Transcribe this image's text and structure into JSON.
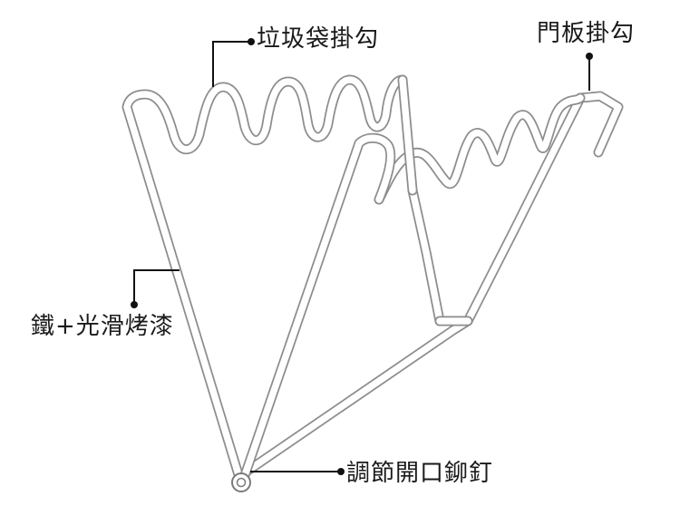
{
  "labels": {
    "bag_hook": "垃圾袋掛勾",
    "door_hook": "門板掛勾",
    "material": "鐵+光滑烤漆",
    "rivet": "調節開口鉚釘"
  },
  "colors": {
    "wire_fill": "#ffffff",
    "wire_edge": "#8d8d8d",
    "leader": "#111111",
    "text": "#1a1a1a",
    "background": "#ffffff"
  }
}
